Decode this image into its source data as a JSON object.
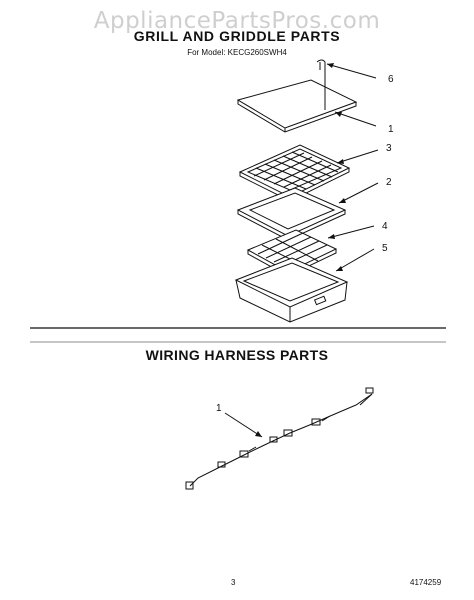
{
  "watermark": "AppliancePartsPros.com",
  "sections": {
    "grill": {
      "title": "GRILL AND GRIDDLE PARTS",
      "model": "For Model: KECG260SWH4",
      "callouts": [
        "6",
        "1",
        "3",
        "2",
        "4",
        "5"
      ]
    },
    "wiring": {
      "title": "WIRING HARNESS PARTS",
      "callouts": [
        "1"
      ]
    }
  },
  "footer": {
    "page_number": "3",
    "document_number": "4174259"
  }
}
